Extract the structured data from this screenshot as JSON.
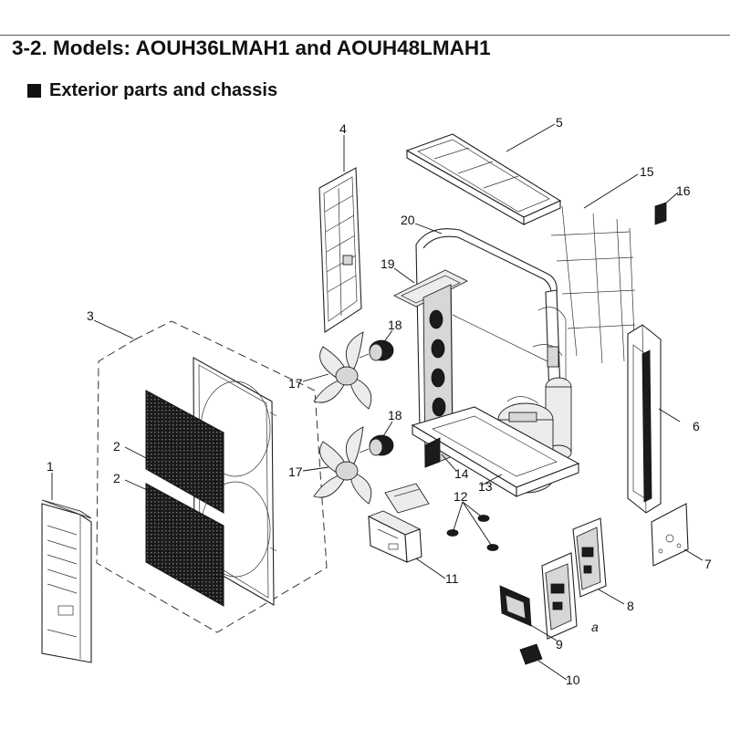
{
  "section_title": "3-2. Models: AOUH36LMAH1 and AOUH48LMAH1",
  "section_subtitle": "Exterior parts and chassis",
  "callouts": {
    "c1": "1",
    "c2a": "2",
    "c2b": "2",
    "c3": "3",
    "c4": "4",
    "c5": "5",
    "c6": "6",
    "c7": "7",
    "c8": "8",
    "c9": "9",
    "c10": "10",
    "c11": "11",
    "c12": "12",
    "c13": "13",
    "c14": "14",
    "c15": "15",
    "c16": "16",
    "c17a": "17",
    "c17b": "17",
    "c18a": "18",
    "c18b": "18",
    "c19": "19",
    "c20": "20",
    "ca": "a"
  }
}
